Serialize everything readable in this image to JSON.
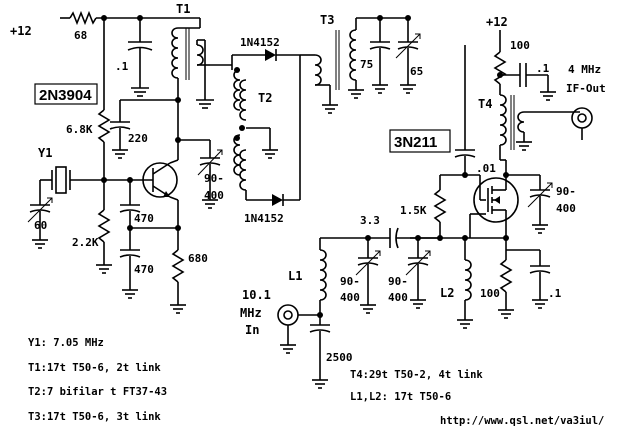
{
  "labels": {
    "supply_left": "+12",
    "r68": "68",
    "t1": "T1",
    "c_01_left": ".1",
    "diode_top": "1N4152",
    "t3": "T3",
    "c75": "75",
    "c65": "65",
    "supply_right": "+12",
    "r100_top": "100",
    "c_01_right": ".1",
    "if_out_freq": "4 MHz",
    "if_out": "IF-Out",
    "q1_part": "2N3904",
    "r68k": "6.8K",
    "c220": "220",
    "t2": "T2",
    "t4": "T4",
    "q2_part": "3N211",
    "y1": "Y1",
    "c_90_400_a_top": "90-",
    "c_90_400_a_bot": "400",
    "c01": ".01",
    "c_90_400_d_top": "90-",
    "c_90_400_d_bot": "400",
    "c60": "60",
    "r2k2": "2.2K",
    "c470_a": "470",
    "c470_b": "470",
    "r680": "680",
    "diode_bottom": "1N4152",
    "r1k5": "1.5K",
    "c3_3": "3.3",
    "l1": "L1",
    "c_90_400_b_top": "90-",
    "c_90_400_b_bot": "400",
    "c_90_400_c_top": "90-",
    "c_90_400_c_bot": "400",
    "l2": "L2",
    "r100_bot": "100",
    "c_01_bot": ".1",
    "rf_in_freq": "10.1",
    "rf_in_unit": "MHz",
    "rf_in": "In",
    "c2500": "2500"
  },
  "notes": {
    "y1": "Y1: 7.05 MHz",
    "t1": "T1:17t T50-6, 2t link",
    "t2": "T2:7 bifilar t FT37-43",
    "t3": "T3:17t T50-6, 3t link",
    "t4": "T4:29t T50-2, 4t link",
    "l1l2": "L1,L2: 17t T50-6",
    "url": "http://www.qsl.net/va3iul/"
  }
}
